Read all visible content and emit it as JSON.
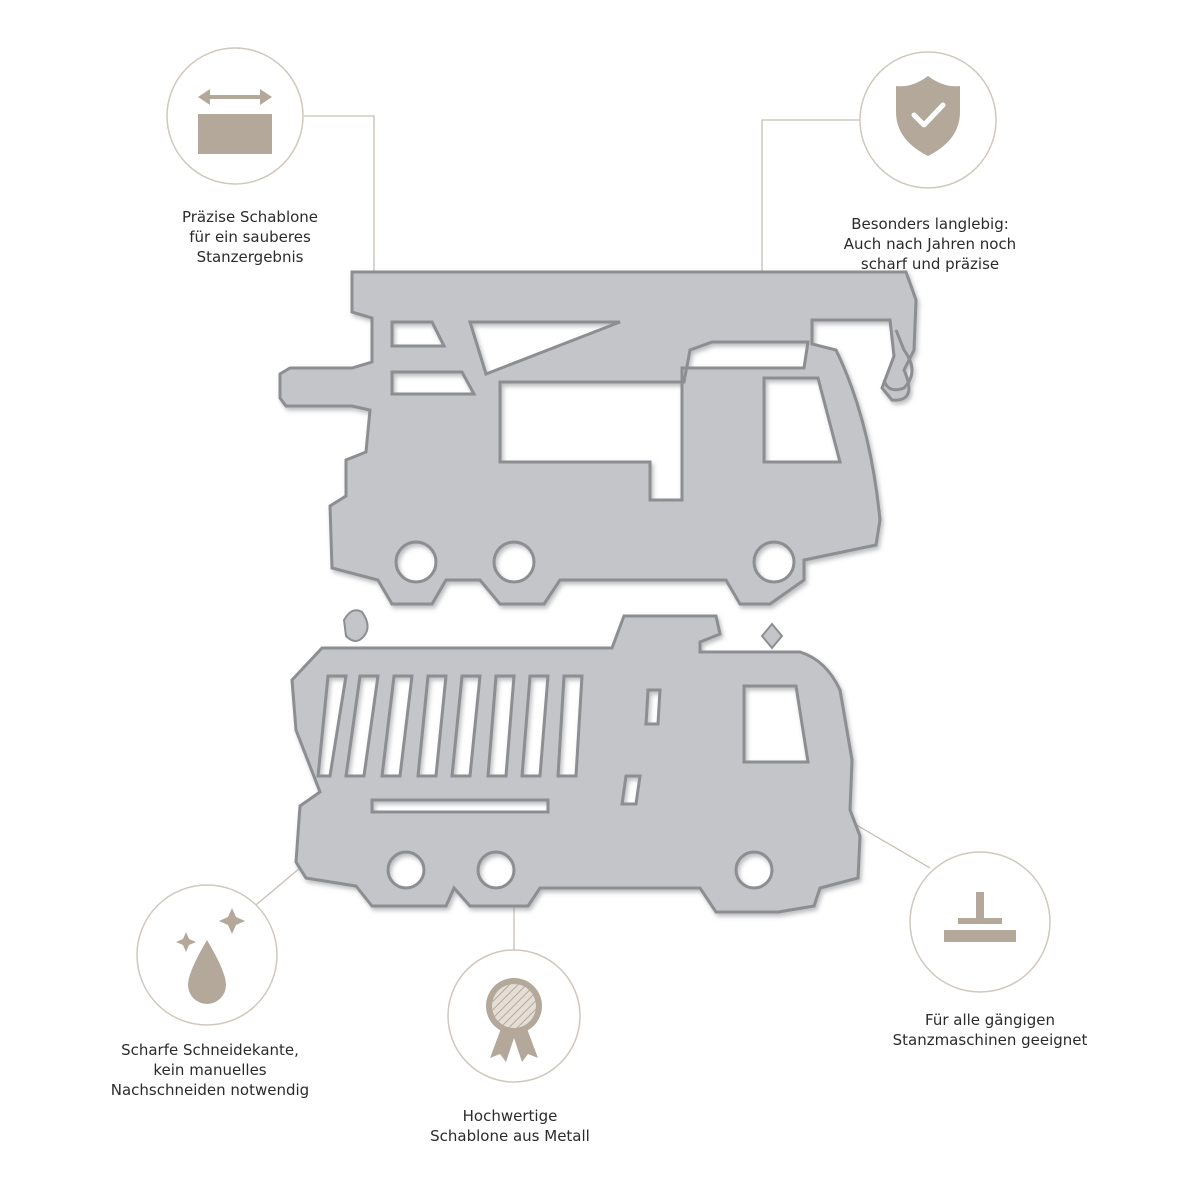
{
  "features": {
    "precise": {
      "icon": "width-arrow-block-icon",
      "lines": [
        "Präzise Schablone",
        "für ein sauberes",
        "Stanzergebnis"
      ]
    },
    "durable": {
      "icon": "shield-check-icon",
      "lines": [
        "Besonders langlebig:",
        "Auch nach Jahren noch",
        "scharf und präzise"
      ]
    },
    "edge": {
      "icon": "drop-sparkle-icon",
      "lines": [
        "Scharfe Schneidekante,",
        "kein manuelles",
        "Nachschneiden notwendig"
      ]
    },
    "metal": {
      "icon": "award-medal-icon",
      "lines": [
        "Hochwertige",
        "Schablone aus Metall"
      ]
    },
    "machines": {
      "icon": "press-plate-icon",
      "lines": [
        "Für alle gängigen",
        "Stanzmaschinen geeignet"
      ]
    }
  },
  "product": {
    "dies": [
      "crane-truck-die",
      "dump-truck-die"
    ]
  },
  "colors": {
    "icon": "#b3a89a",
    "ring": "#cfc8bf",
    "leader": "#c6bfb5",
    "die_fill": "#c4c5c8",
    "die_edge": "#8c8e92",
    "text": "#2b2b2b"
  }
}
